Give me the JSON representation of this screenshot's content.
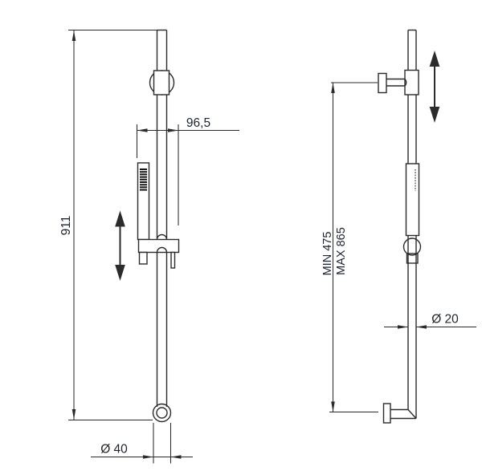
{
  "drawing": {
    "type": "technical-diagram",
    "subject": "shower slide rail with hand shower - front view (left) and side view (right)",
    "colors": {
      "line": "#2b2b2b",
      "text": "#1c2430",
      "background": "#ffffff"
    },
    "dimensions": {
      "overall_height": "911",
      "handset_holder_width": "96,5",
      "base_escutcheon_diameter": "Ø 40",
      "min_bracket_height": "MIN 475",
      "max_bracket_height": "MAX 865",
      "rail_diameter": "Ø 20"
    }
  }
}
